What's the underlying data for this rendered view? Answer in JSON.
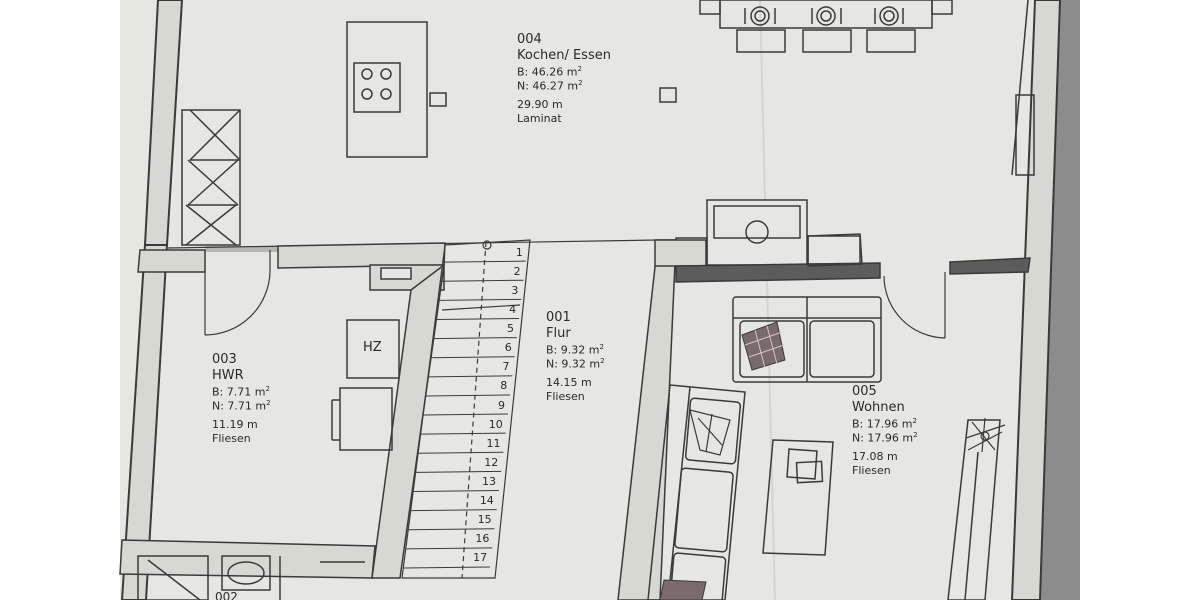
{
  "rooms": [
    {
      "number": "004",
      "name": "Kochen/ Essen",
      "area_b": "B: 46.26 m",
      "area_n": "N: 46.27 m",
      "perimeter": "29.90 m",
      "floor": "Laminat"
    },
    {
      "number": "001",
      "name": "Flur",
      "area_b": "B: 9.32 m",
      "area_n": "N: 9.32 m",
      "perimeter": "14.15 m",
      "floor": "Fliesen"
    },
    {
      "number": "003",
      "name": "HWR",
      "area_b": "B: 7.71 m",
      "area_n": "N: 7.71 m",
      "perimeter": "11.19 m",
      "floor": "Fliesen"
    },
    {
      "number": "005",
      "name": "Wohnen",
      "area_b": "B: 17.96 m",
      "area_n": "N: 17.96 m",
      "perimeter": "17.08 m",
      "floor": "Fliesen"
    }
  ],
  "area_unit_exponent": "2",
  "hz_label": "HZ",
  "partial_room_number": "002",
  "stair_steps": [
    "1",
    "2",
    "3",
    "4",
    "5",
    "6",
    "7",
    "8",
    "9",
    "10",
    "11",
    "12",
    "13",
    "14",
    "15",
    "16",
    "17"
  ],
  "colors": {
    "paper": "#e6e7e2",
    "wall": "#5c5c5c",
    "line": "#3a3a3a",
    "side_band": "#9a9a9a"
  }
}
